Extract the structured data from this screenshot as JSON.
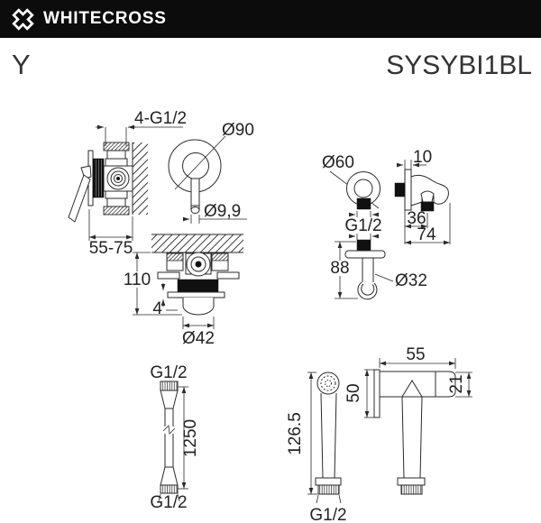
{
  "header": {
    "brand": "WHITECROSS"
  },
  "title_row": {
    "series": "Y",
    "model": "SYSYBI1BL"
  },
  "colors": {
    "header_bg": "#0c0c0c",
    "line": "#2a2a2a",
    "title_text": "#333333"
  },
  "diagrams": {
    "mixer_side": {
      "ports_label": "4-G1/2",
      "depth_range": "55-75"
    },
    "mixer_face": {
      "plate_diameter": "Ø90",
      "handle_diameter": "Ø9,9"
    },
    "mixer_section": {
      "height": "110",
      "plate_thickness": "4",
      "spout_diameter": "Ø42"
    },
    "outlet_face": {
      "diameter": "Ø60",
      "thread": "G1/2"
    },
    "outlet_side": {
      "plate_thickness": "10",
      "hook_offset": "36",
      "depth": "74"
    },
    "holder": {
      "height": "88",
      "hook_diameter": "Ø32"
    },
    "hose": {
      "thread_top": "G1/2",
      "length": "1250",
      "thread_bottom": "G1/2"
    },
    "handshower_front": {
      "height": "126.5",
      "thread": "G1/2"
    },
    "handshower_side": {
      "head_length": "55",
      "face_height": "50",
      "nozzle_height": "21"
    }
  }
}
